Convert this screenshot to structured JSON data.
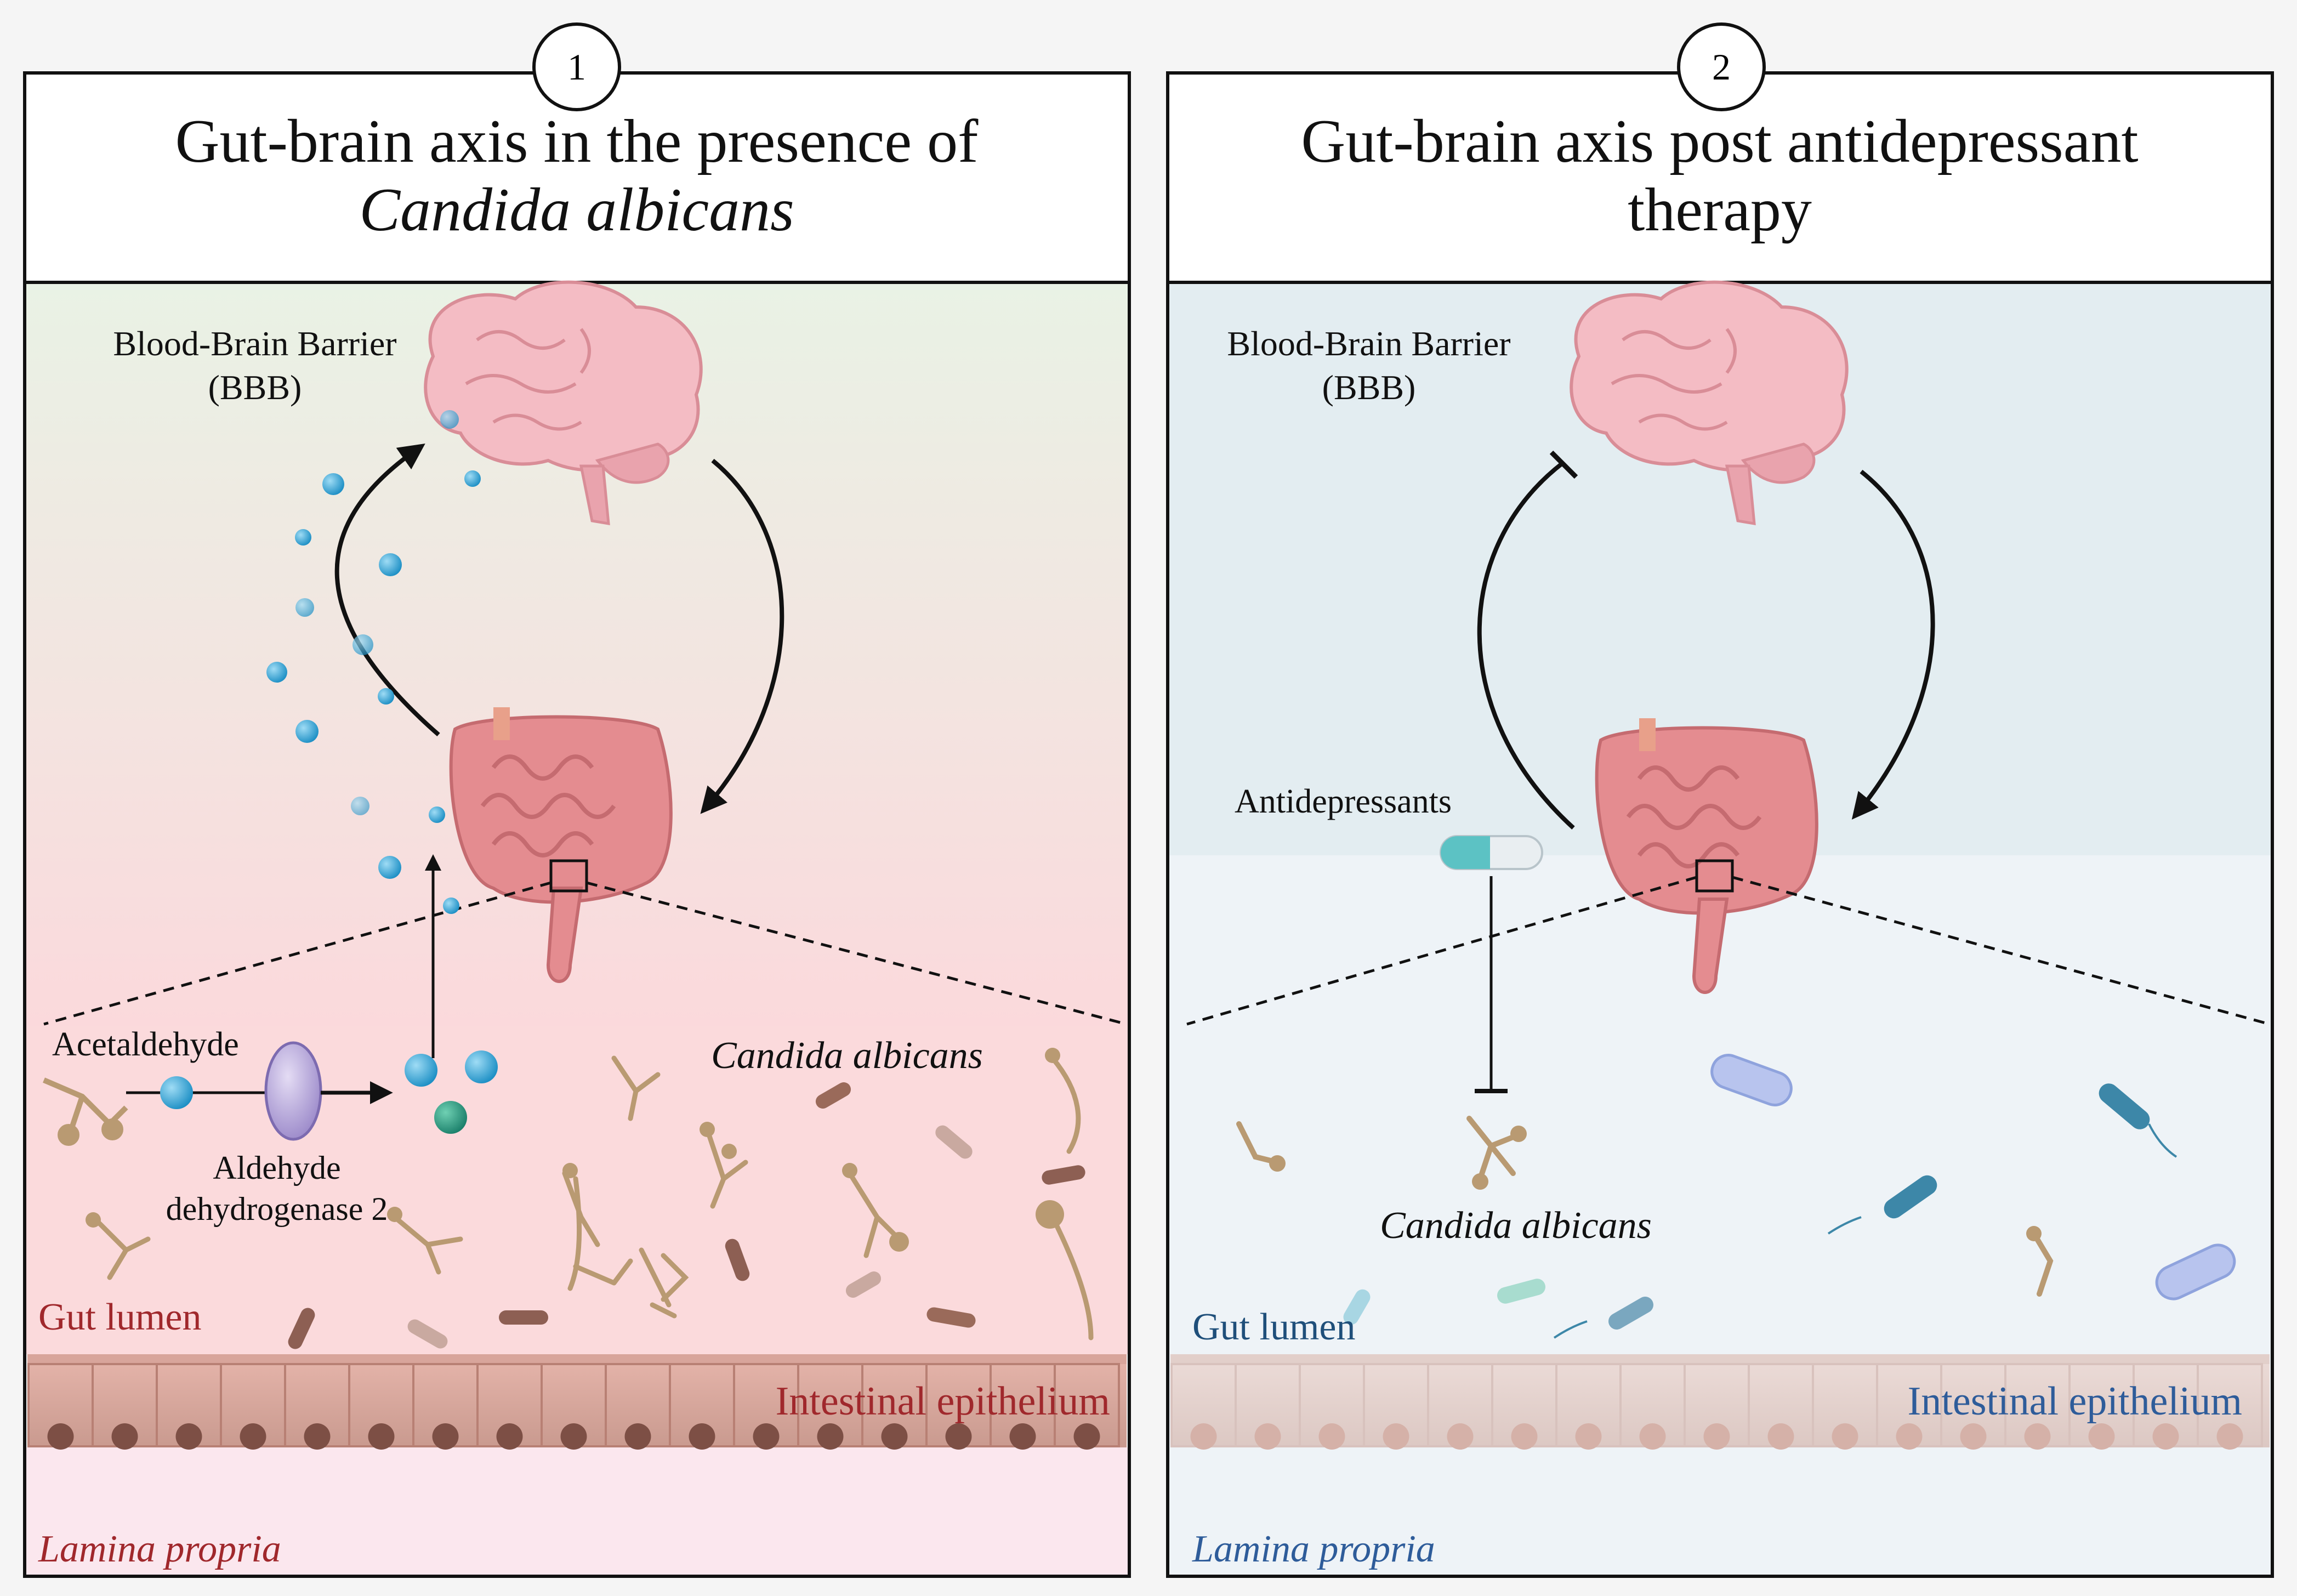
{
  "panels": [
    {
      "number": "1",
      "title_line1": "Gut-brain axis in the presence of",
      "title_line2": "Candida albicans",
      "bbb_line1": "Blood-Brain Barrier",
      "bbb_line2": "(BBB)",
      "acetaldehyde": "Acetaldehyde",
      "enzyme_line1": "Aldehyde",
      "enzyme_line2": "dehydrogenase 2",
      "candida": "Candida albicans",
      "gut_lumen": "Gut lumen",
      "epithelium": "Intestinal epithelium",
      "lamina": "Lamina propria"
    },
    {
      "number": "2",
      "title_line1": "Gut-brain axis post antidepressant",
      "title_line2": "therapy",
      "bbb_line1": "Blood-Brain Barrier",
      "bbb_line2": "(BBB)",
      "antidepressants": "Antidepressants",
      "candida": "Candida albicans",
      "gut_lumen": "Gut lumen",
      "epithelium": "Intestinal epithelium",
      "lamina": "Lamina propria"
    }
  ],
  "colors": {
    "panel1_top": "#e9f2e5",
    "panel1_bottom": "#fbd9dc",
    "panel1_text": "#a0282c",
    "panel2_top": "#e3edf1",
    "panel2_bottom": "#edf3f6",
    "panel2_text": "#2e5c9a",
    "brain": "#f2b7bf",
    "gut": "#e0858a",
    "molecule": "#3aa6d6",
    "fungus": "#b99a72"
  }
}
